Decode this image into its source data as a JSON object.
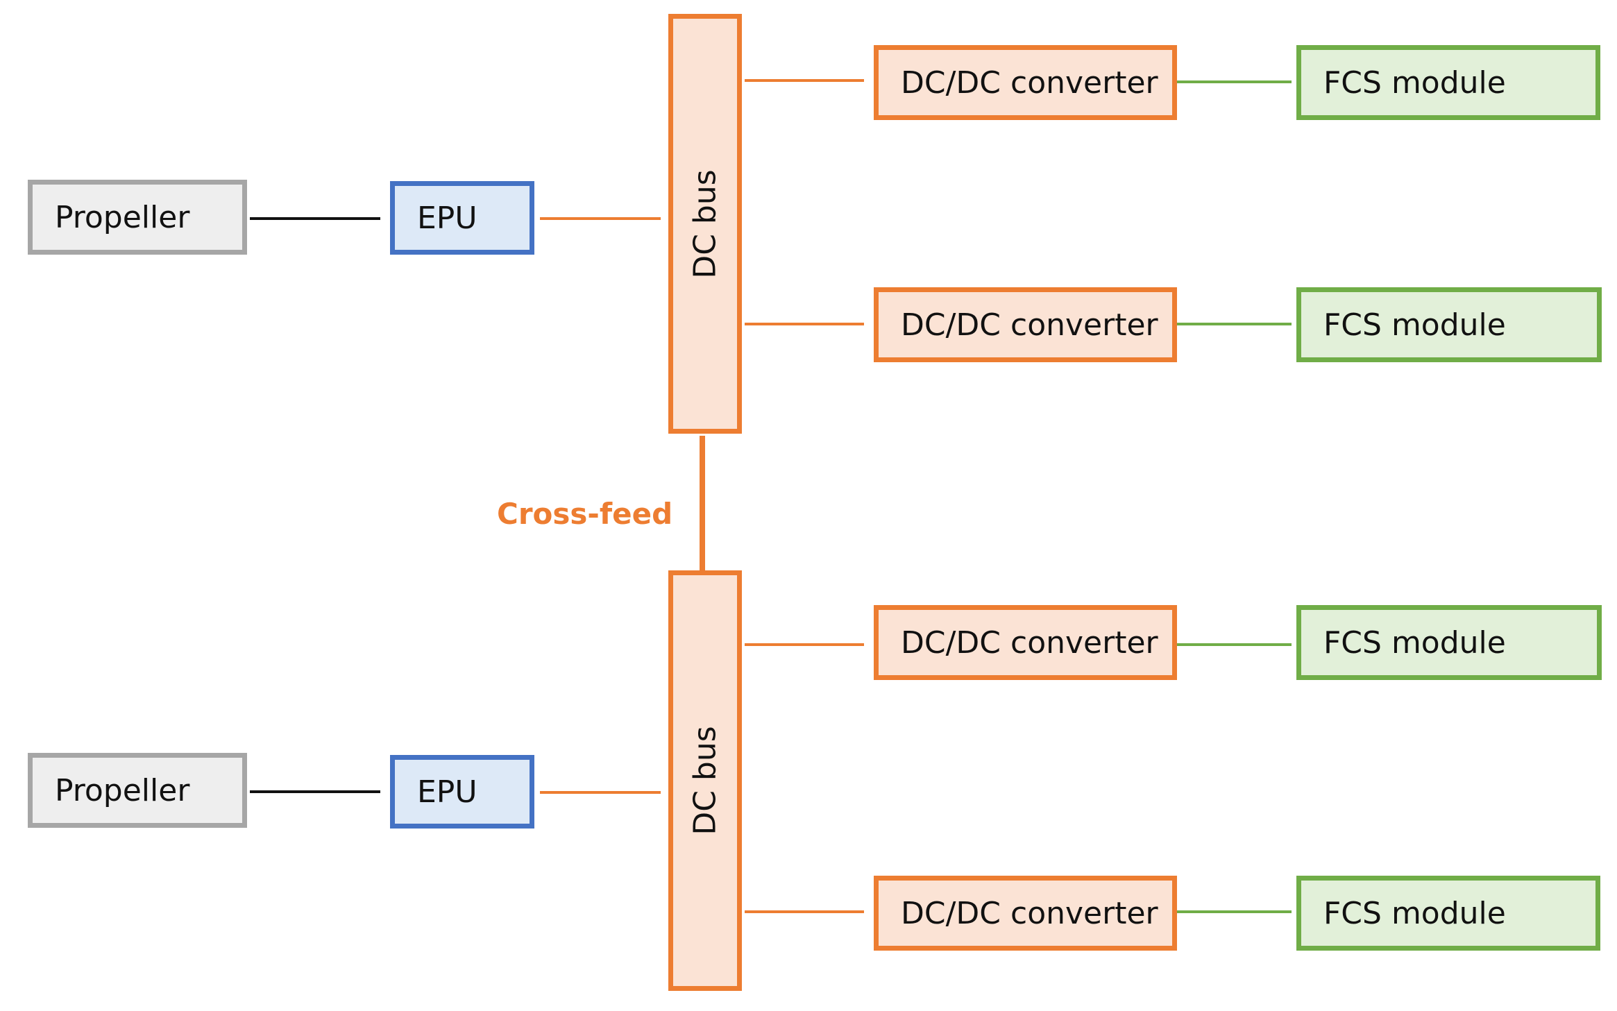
{
  "colors": {
    "propeller_border": "#a6a6a6",
    "propeller_fill": "#eeeeee",
    "epu_border": "#4472c4",
    "epu_fill": "#dde9f7",
    "dc_border": "#ed7d31",
    "dc_fill": "#fbe3d5",
    "fcs_border": "#70ad47",
    "fcs_fill": "#e2f0d9",
    "crossfeed_text": "#ed7d31"
  },
  "upper": {
    "propeller": "Propeller",
    "epu": "EPU",
    "bus": "DC bus",
    "converters": [
      "DC/DC converter",
      "DC/DC converter"
    ],
    "fcs": [
      "FCS module",
      "FCS module"
    ]
  },
  "crossfeed": "Cross-feed",
  "lower": {
    "propeller": "Propeller",
    "epu": "EPU",
    "bus": "DC bus",
    "converters": [
      "DC/DC converter",
      "DC/DC converter"
    ],
    "fcs": [
      "FCS module",
      "FCS module"
    ]
  }
}
